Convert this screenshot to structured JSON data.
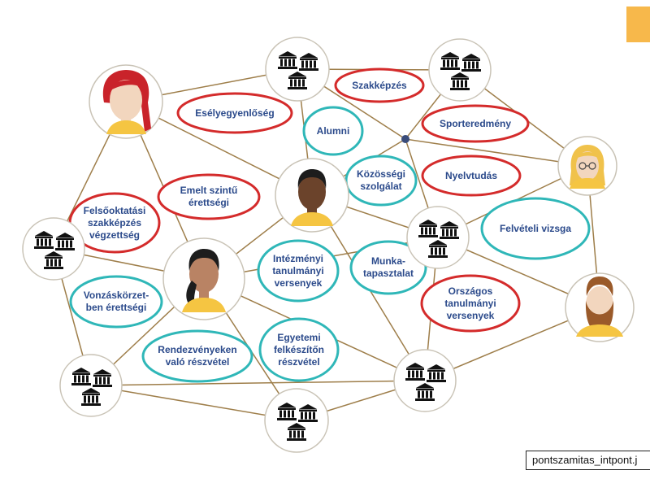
{
  "diagram": {
    "colors": {
      "edge": "#9e7e4a",
      "node_fill": "#ffffff",
      "node_stroke": "#c9c3b6",
      "red": "#d42b2b",
      "teal": "#2fb7b8",
      "text": "#2b4a8b",
      "accent": "#f7b84b",
      "skin_light": "#f2d6be",
      "skin_dark": "#6b432b",
      "skin_medium": "#b98364",
      "hair_red": "#c9232a",
      "hair_black": "#1d1d1d",
      "hair_blonde": "#f0c24b",
      "beard": "#9a5a2a",
      "shirt": "#f5c542"
    },
    "labels": {
      "eselyegyenloseg": "Esélyegyenlőség",
      "alumni": "Alumni",
      "szakkepzes": "Szakképzés",
      "sporteredmeny": "Sporteredmény",
      "kozossegi": "Közösségi\nszolgálat",
      "nyelvtudas": "Nyelvtudás",
      "emelt": "Emelt szintű\nérettségi",
      "felsooktatasi": "Felsőoktatási\nszakképzés\nvégzettség",
      "felveteli": "Felvételi vizsga",
      "intezmenyi": "Intézményi\ntanulmányi\nversenyek",
      "munka": "Munka-\ntapasztalat",
      "orszagos": "Országos\ntanulmányi\nversenyek",
      "vonzaskorzet": "Vonzáskörzet-\nben érettségi",
      "rendezveny": "Rendezvényeken\nvaló részvétel",
      "egyetemi": "Egyetemi\nfelkészítőn\nrészvétel"
    },
    "icons": {
      "university": "university-building-icon",
      "person_red_hair": "woman-red-hair-avatar-icon",
      "person_dark": "man-dark-skin-avatar-icon",
      "person_ponytail": "woman-ponytail-avatar-icon",
      "person_blonde": "woman-blonde-glasses-avatar-icon",
      "person_beard": "man-beard-avatar-icon"
    }
  },
  "caption": {
    "filename": "pontszamitas_intpont.j"
  }
}
